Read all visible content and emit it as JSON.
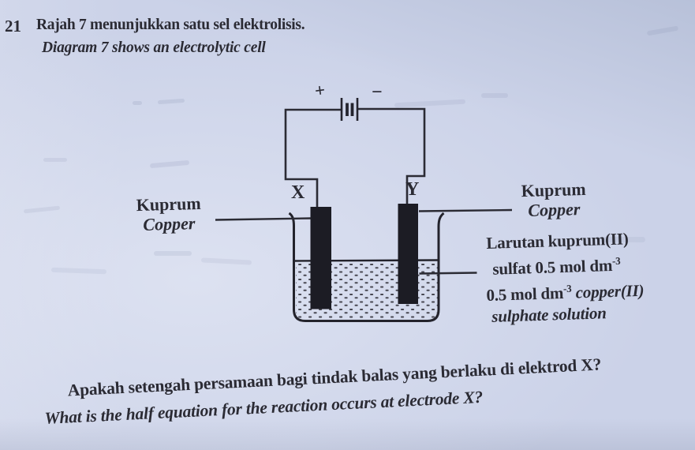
{
  "header": {
    "question_number": "21",
    "prompt_malay": "Rajah 7 menunjukkan satu sel elektrolisis.",
    "prompt_english": "Diagram 7 shows an electrolytic cell"
  },
  "diagram": {
    "battery_plus": "+",
    "battery_minus": "−",
    "electrode_x": "X",
    "electrode_y": "Y",
    "left_electrode": {
      "malay": "Kuprum",
      "english": "Copper"
    },
    "right_electrode": {
      "malay": "Kuprum",
      "english": "Copper"
    },
    "solution": {
      "line1": "Larutan kuprum(II)",
      "line2_text": "sulfat 0.5 mol dm",
      "line2_sup": "-3",
      "line3_text": "0.5 mol dm",
      "line3_sup": "-3",
      "line3_suffix": " copper(II)",
      "line4": "sulphate solution"
    }
  },
  "question": {
    "malay": "Apakah setengah persamaan bagi tindak balas yang berlaku di elektrod X?",
    "english": "What is the half equation for the reaction occurs at electrode X?"
  },
  "colors": {
    "paper": "#cbd2e8",
    "ink": "#2b2b34"
  }
}
